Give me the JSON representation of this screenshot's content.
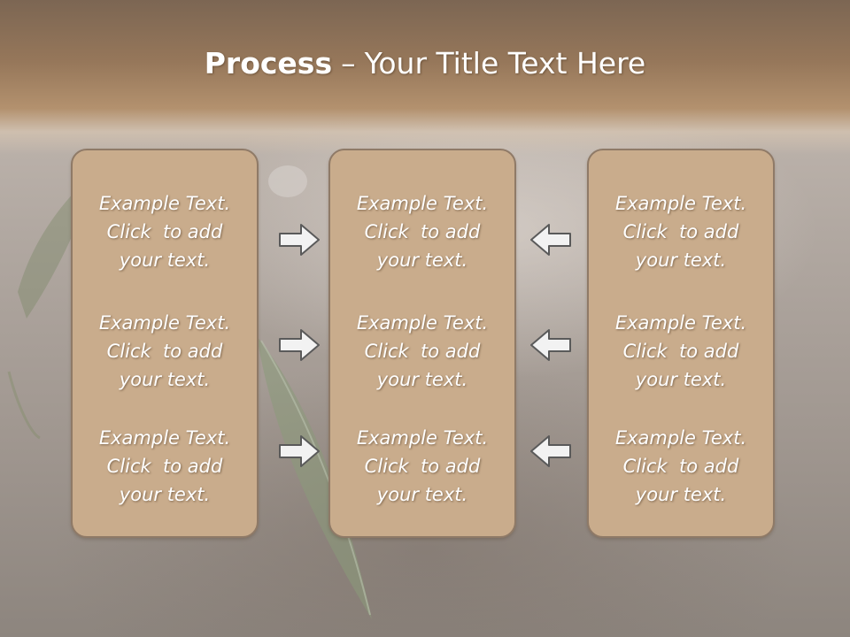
{
  "slide": {
    "title_bold": "Process",
    "title_dash": "–",
    "title_rest": "Your Title Text Here",
    "colors": {
      "header_band": "#96775a",
      "box_fill": "#c9ac8c",
      "box_border": "#8f7a67",
      "text": "#ffffff",
      "arrow_fill": "#f2f2f2",
      "arrow_stroke": "#5a5a5a"
    }
  },
  "columns": [
    {
      "blocks": [
        {
          "line1": "Example Text.",
          "line2": "Click  to add",
          "line3": "your text."
        },
        {
          "line1": "Example Text.",
          "line2": "Click  to add",
          "line3": "your text."
        },
        {
          "line1": "Example Text.",
          "line2": "Click  to add",
          "line3": "your text."
        }
      ]
    },
    {
      "blocks": [
        {
          "line1": "Example Text.",
          "line2": "Click  to add",
          "line3": "your text."
        },
        {
          "line1": "Example Text.",
          "line2": "Click  to add",
          "line3": "your text."
        },
        {
          "line1": "Example Text.",
          "line2": "Click  to add",
          "line3": "your text."
        }
      ]
    },
    {
      "blocks": [
        {
          "line1": "Example Text.",
          "line2": "Click  to add",
          "line3": "your text."
        },
        {
          "line1": "Example Text.",
          "line2": "Click  to add",
          "line3": "your text."
        },
        {
          "line1": "Example Text.",
          "line2": "Click  to add",
          "line3": "your text."
        }
      ]
    }
  ],
  "arrows": {
    "left_group": [
      "arrow-right-icon",
      "arrow-right-icon",
      "arrow-right-icon"
    ],
    "right_group": [
      "arrow-left-icon",
      "arrow-left-icon",
      "arrow-left-icon"
    ]
  }
}
